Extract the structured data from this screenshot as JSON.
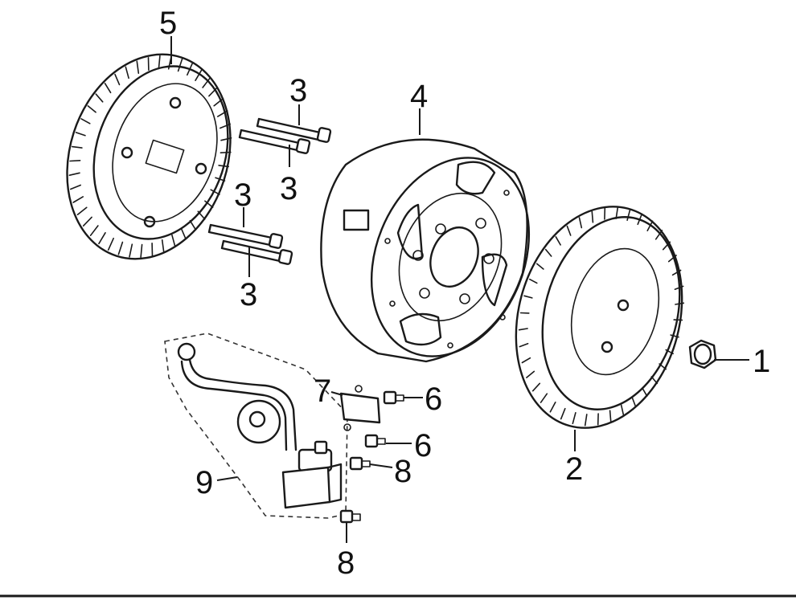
{
  "callouts": {
    "c1": "1",
    "c2": "2",
    "c3a": "3",
    "c3b": "3",
    "c3c": "3",
    "c3d": "3",
    "c4": "4",
    "c5": "5",
    "c6a": "6",
    "c6b": "6",
    "c7": "7",
    "c8a": "8",
    "c8b": "8",
    "c9": "9"
  },
  "colors": {
    "ink": "#1a1a1a",
    "background": "#ffffff"
  }
}
